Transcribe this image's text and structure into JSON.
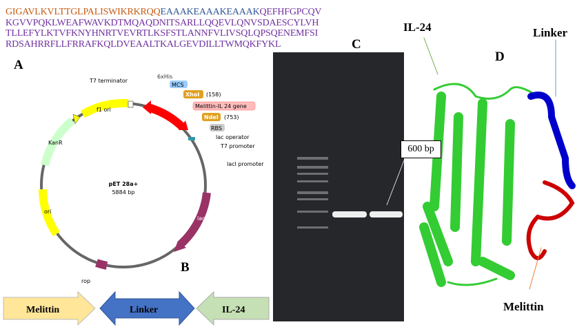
{
  "sequence": {
    "line1_melittin": "GIGAVLKVLTTGLPALISWIKRKRQQ",
    "line1_linker": "EAAAKEAAAKEAAAK",
    "line1_il24": "QEFHFGPCQV",
    "line2": "KGVVPQKLWEAFWAVKDTMQAQDNITSARLLQQEVLQNVSDAESCYLVH",
    "line3": "TLLEFYLKTVFKNYHNRTVEVRTLKSFSTLANNFVLIVSQLQPSQENEMFSI",
    "line4": "RDSAHRRFLLFRRAFKQLDVEAALTKALGEVDILLTWMQKFYKL"
  },
  "panels": {
    "a": "A",
    "b": "B",
    "c": "C",
    "d": "D"
  },
  "plasmid": {
    "name": "pET 28a+",
    "size": "5884 bp",
    "features": {
      "t7_terminator": "T7 terminator",
      "his": "6xHis",
      "mcs": "MCS",
      "xhoi": "XhoI",
      "xhoi_pos": "(158)",
      "gene": "Melittin-IL 24 gene",
      "ndei": "NdeI",
      "ndei_pos": "(753)",
      "rbs": "RBS",
      "lac_operator": "lac operator",
      "t7_promoter": "T7 promoter",
      "laci_promoter": "lacI promoter",
      "f1_ori": "f1 ori",
      "kanr": "KanR",
      "ori": "ori",
      "laci": "lacI",
      "rop": "rop"
    }
  },
  "construct": {
    "melittin": "Melittin",
    "linker": "Linker",
    "il24": "IL-24"
  },
  "gel": {
    "band_label": "600 bp"
  },
  "structure": {
    "il24": "IL-24",
    "linker": "Linker",
    "melittin": "Melittin"
  },
  "colors": {
    "melittin": "#c55a11",
    "linker": "#2e5597",
    "il24": "#7030a0",
    "helix_green": "#33cc33",
    "helix_blue": "#0000cc",
    "helix_red": "#cc0000"
  }
}
